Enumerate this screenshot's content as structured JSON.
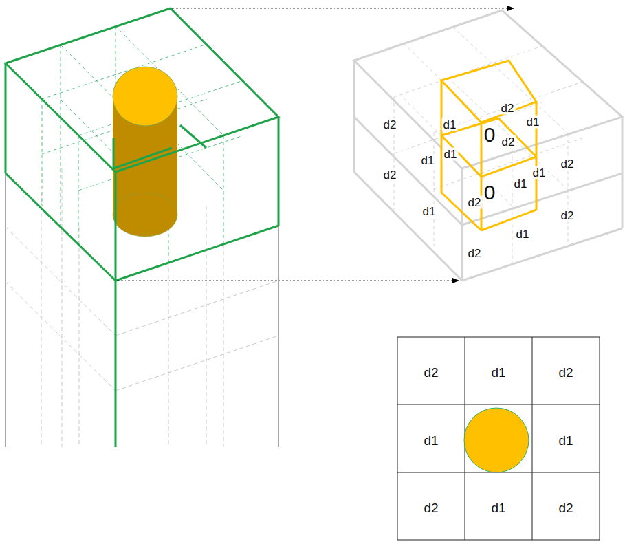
{
  "diagram": {
    "labels": [
      "d2",
      "d1",
      "d1",
      "d2",
      "0",
      "d2",
      "d1",
      "d1",
      "d1",
      "d1",
      "d2",
      "d2",
      "0",
      "d2",
      "d1",
      "d2",
      "d1",
      "d2",
      "d2",
      "d1",
      "d2",
      "d1",
      "d1",
      "d2",
      "d1",
      "d2"
    ]
  }
}
